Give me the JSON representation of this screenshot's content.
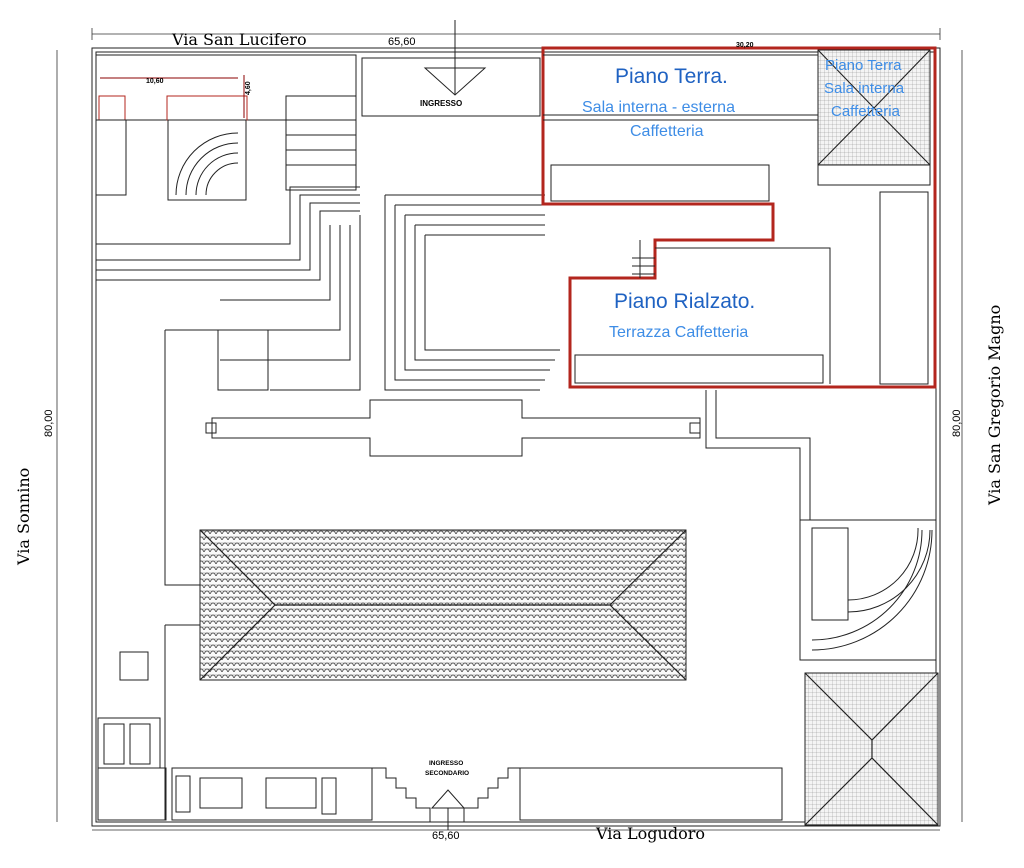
{
  "streets": {
    "north": "Via  San Lucifero",
    "south": "Via  Logudoro",
    "west": "Via  Sonnino",
    "east": "Via  San Gregorio Magno"
  },
  "dimensions": {
    "top": "65,60",
    "bottom": "65,60",
    "left": "80,00",
    "right": "80,00",
    "zone_width": "30,20",
    "detail_width": "10,60",
    "detail_height": "4,60"
  },
  "entrances": {
    "main": "INGRESSO",
    "secondary_line1": "INGRESSO",
    "secondary_line2": "SECONDARIO"
  },
  "zones": {
    "ground_floor": {
      "title": "Piano Terra.",
      "subtitle": "Sala interna - esterna",
      "subtitle2": "Caffetteria"
    },
    "ground_floor_corner": {
      "line1": "Piano Terra",
      "line2": "Sala interna",
      "line3": "Caffetteria"
    },
    "raised_floor": {
      "title": "Piano Rialzato.",
      "subtitle": "Terrazza Caffetteria"
    }
  },
  "colors": {
    "zone_outline": "#b3261e",
    "zone_title": "#1f62c2",
    "zone_text": "#3e8de6"
  }
}
